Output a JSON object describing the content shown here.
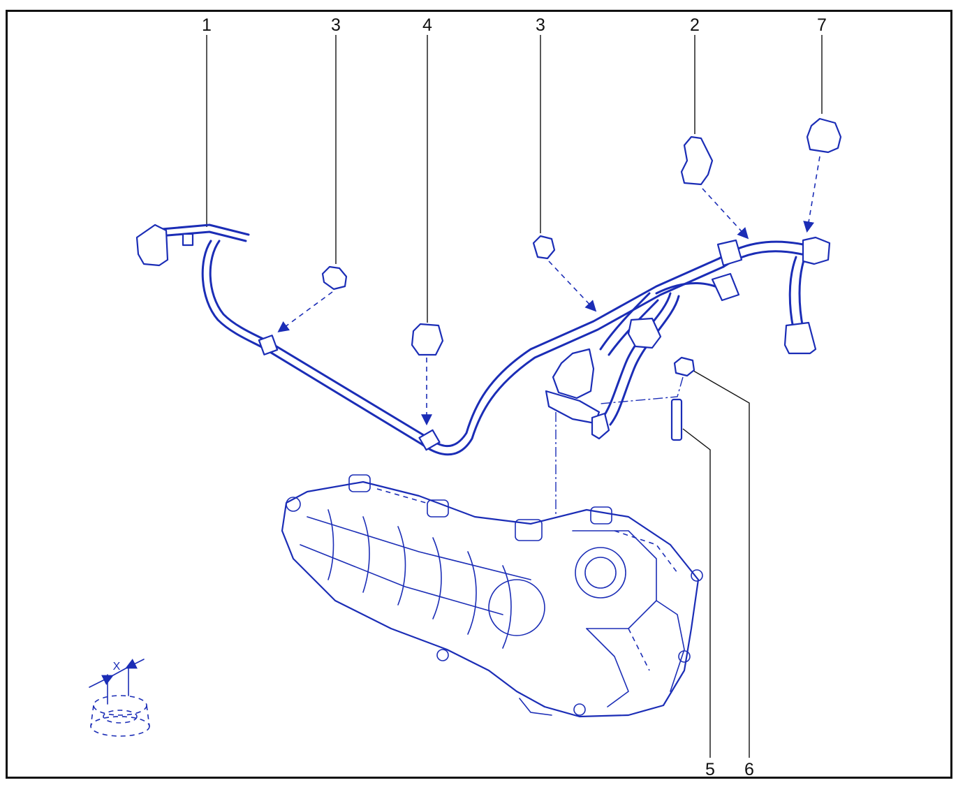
{
  "callouts": {
    "c1": "1",
    "c3a": "3",
    "c4": "4",
    "c3b": "3",
    "c2": "2",
    "c7": "7",
    "c5": "5",
    "c6": "6"
  },
  "detail_label": "X",
  "colors": {
    "line_art": "#1b2db6",
    "frame": "#111111",
    "background": "#ffffff"
  }
}
